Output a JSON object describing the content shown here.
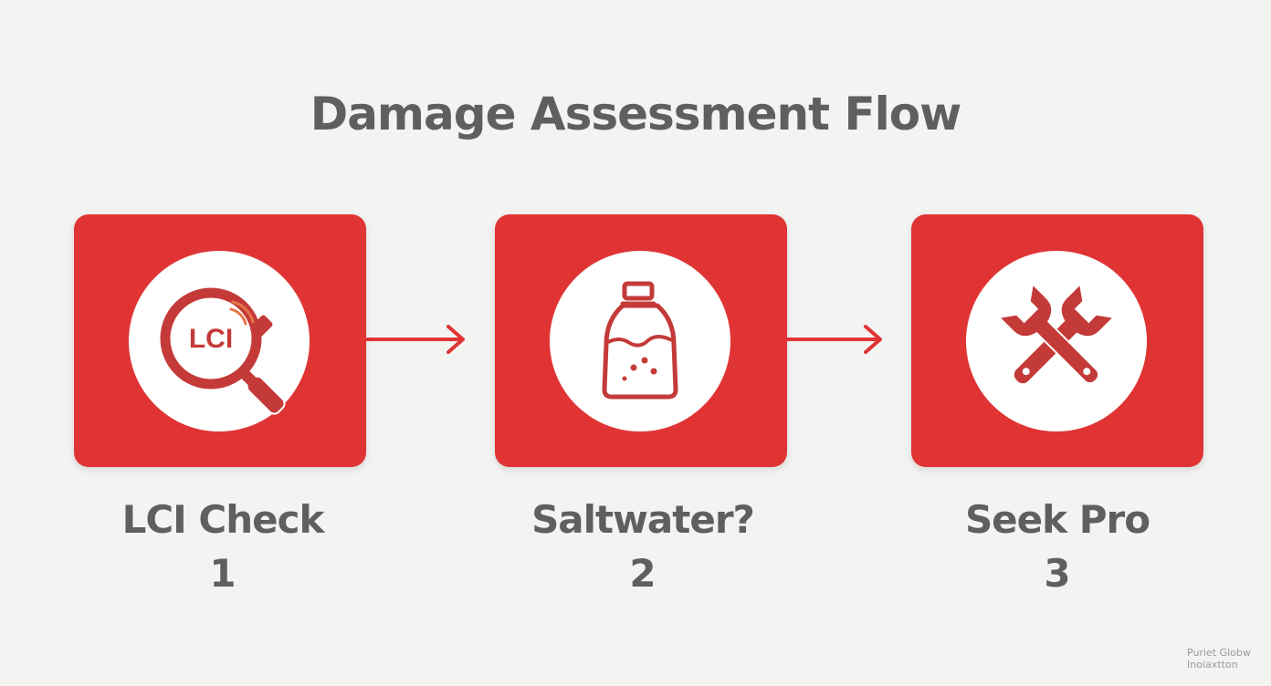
{
  "title": "Damage Assessment Flow",
  "colors": {
    "card": "#e03434",
    "icon": "#c43a38",
    "text": "#5f5f5f",
    "background": "#f3f3f2"
  },
  "steps": [
    {
      "label": "LCI Check",
      "number": "1",
      "icon": "magnifier-lci-icon",
      "icon_text": "LCI"
    },
    {
      "label": "Saltwater?",
      "number": "2",
      "icon": "salt-shaker-icon"
    },
    {
      "label": "Seek Pro",
      "number": "3",
      "icon": "crossed-wrenches-icon"
    }
  ],
  "watermark": {
    "line1": "Puriet Globw",
    "line2": "Inoiaxtton"
  }
}
